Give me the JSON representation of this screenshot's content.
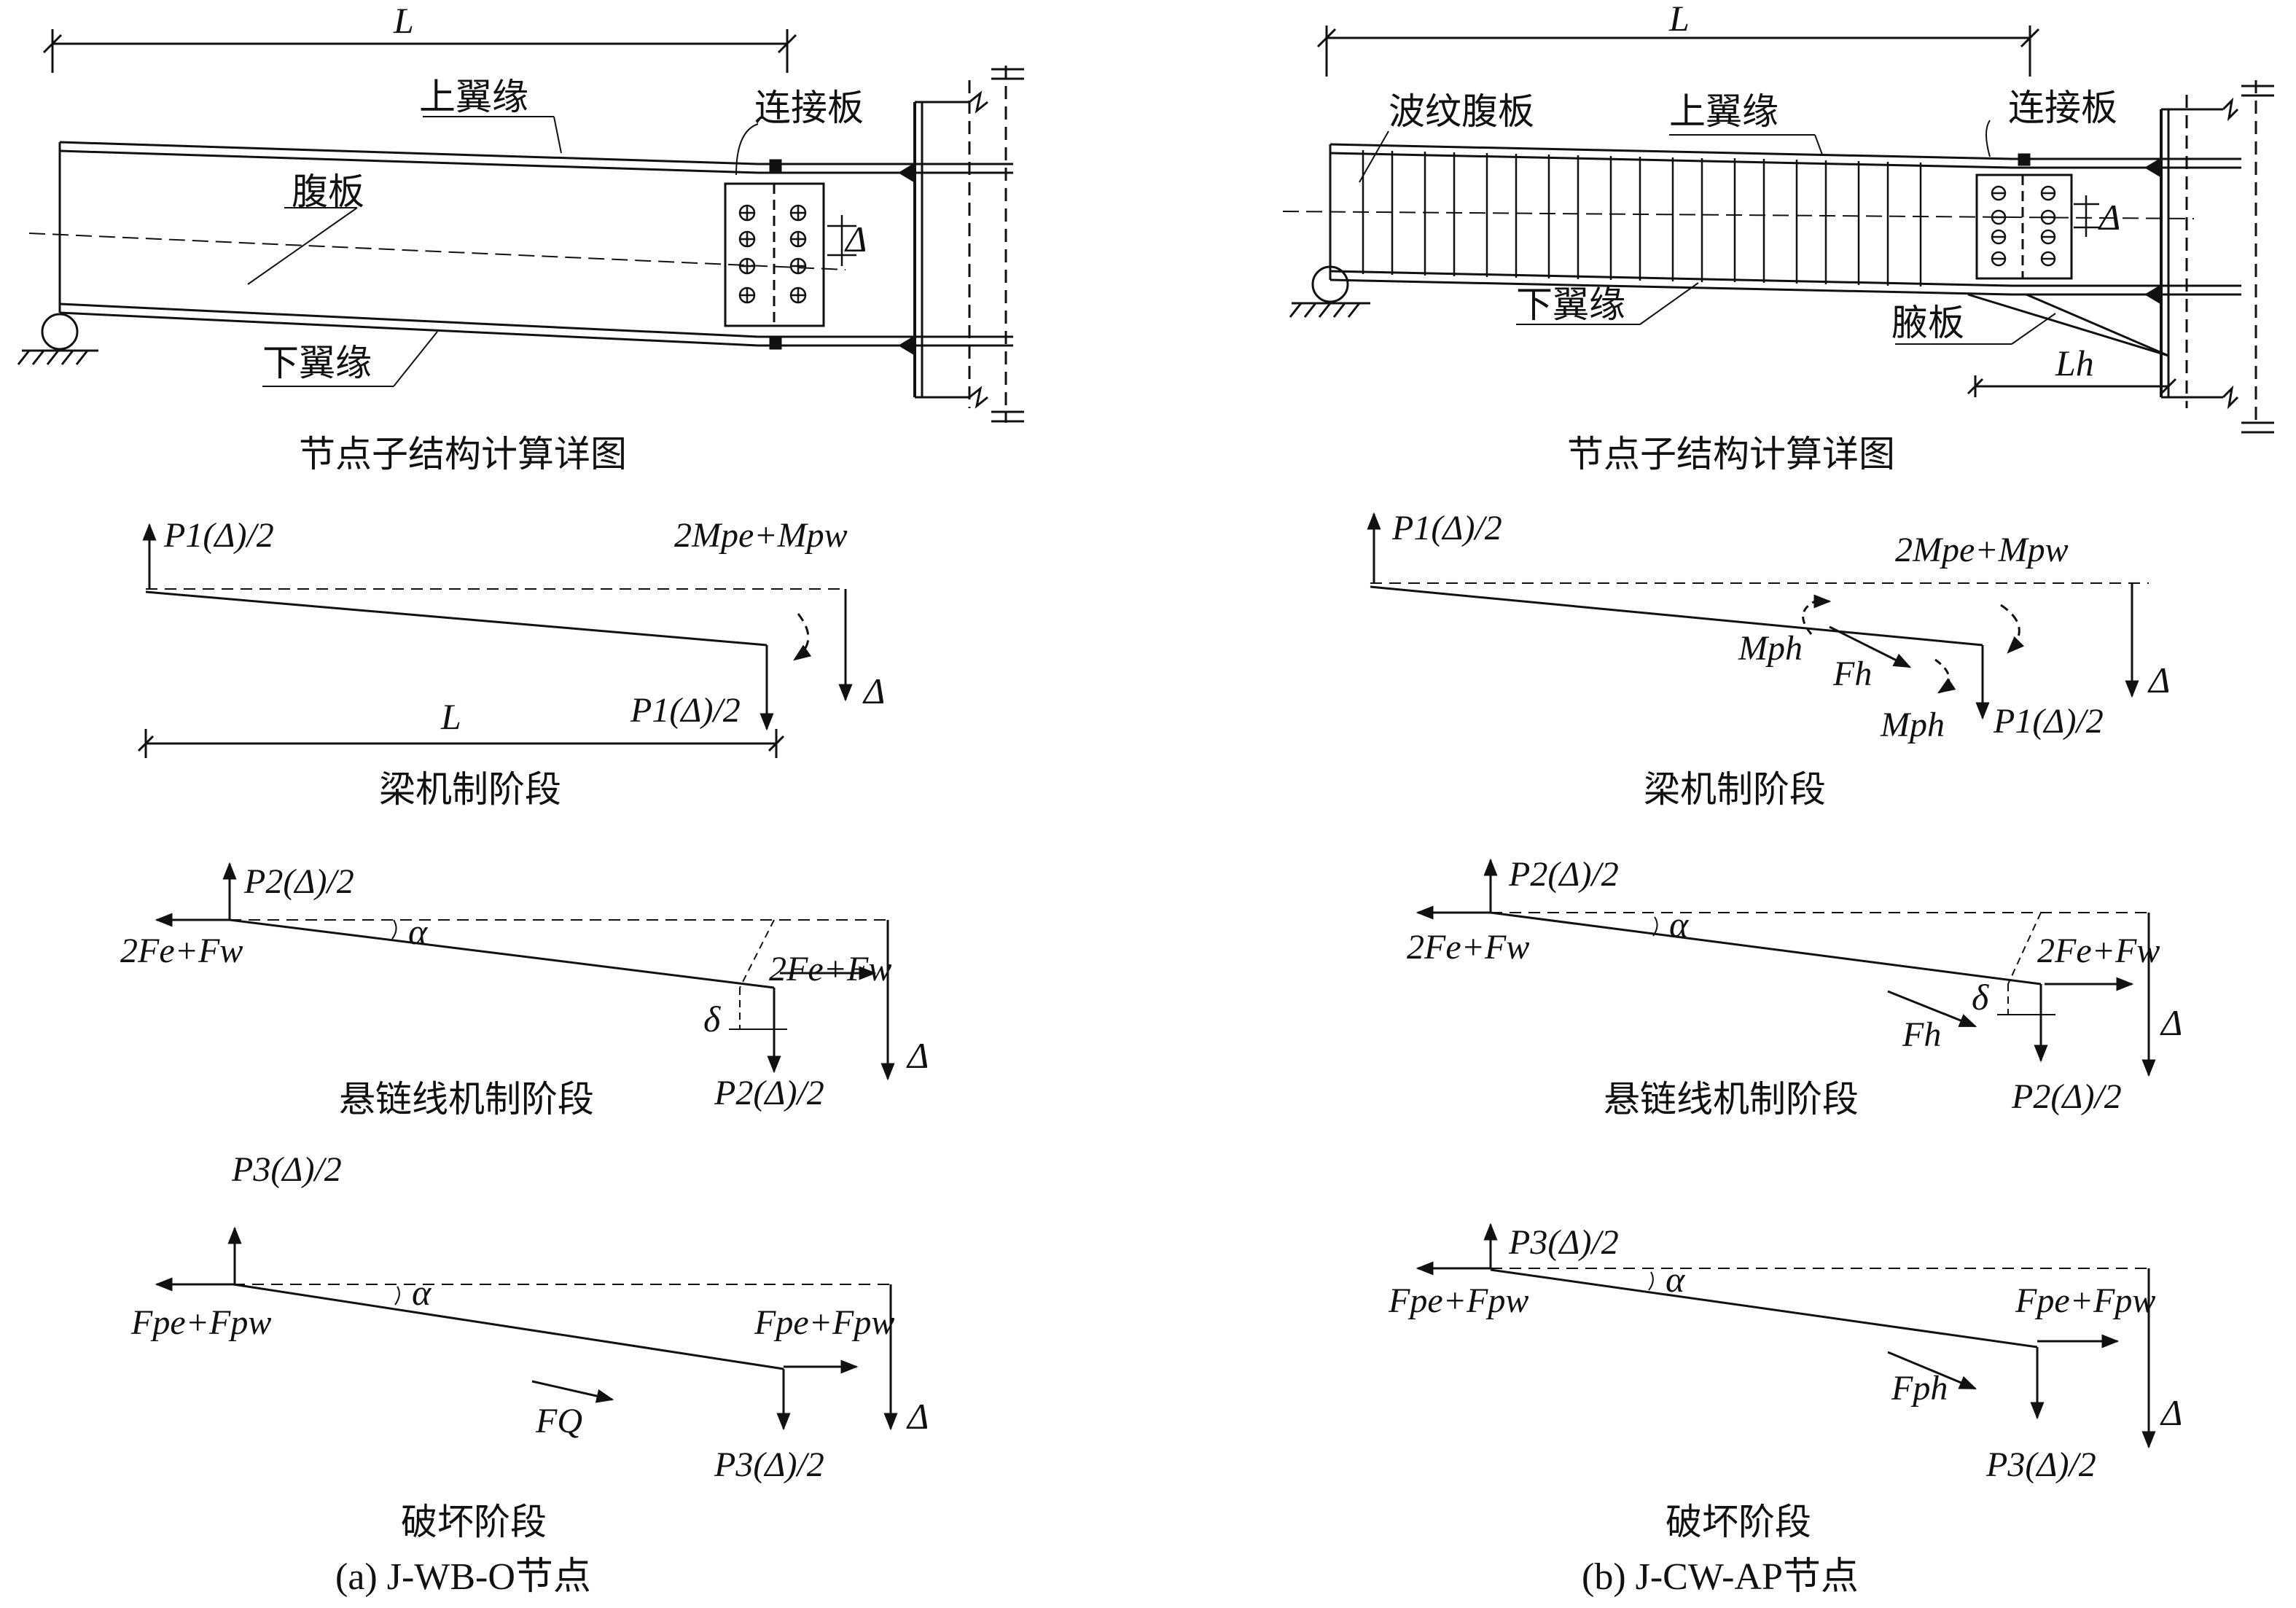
{
  "left": {
    "dim_L": "L",
    "top_flange": "上翼缘",
    "web": "腹板",
    "bottom_flange": "下翼缘",
    "connector_plate": "连接板",
    "delta": "Δ",
    "detail_title": "节点子结构计算详图",
    "beam_stage": {
      "p_top": "P1(Δ)/2",
      "p_bot": "P1(Δ)/2",
      "moment": "2Mpe+Mpw",
      "delta": "Δ",
      "dim_L": "L",
      "title": "梁机制阶段"
    },
    "catenary_stage": {
      "p_top": "P2(Δ)/2",
      "p_bot": "P2(Δ)/2",
      "force_left": "2Fe+Fw",
      "force_right": "2Fe+Fw",
      "alpha": "α",
      "delta_small": "δ",
      "delta": "Δ",
      "title": "悬链线机制阶段"
    },
    "failure_stage": {
      "p_top": "P3(Δ)/2",
      "p_bot": "P3(Δ)/2",
      "force_left": "Fpe+Fpw",
      "force_right": "Fpe+Fpw",
      "shear": "FQ",
      "alpha": "α",
      "delta": "Δ",
      "title": "破坏阶段"
    },
    "caption": "(a) J-WB-O节点"
  },
  "right": {
    "dim_L": "L",
    "corrugated_web": "波纹腹板",
    "top_flange": "上翼缘",
    "connector_plate": "连接板",
    "bottom_flange": "下翼缘",
    "haunch": "腋板",
    "dim_Lh": "Lh",
    "delta": "Δ",
    "detail_title": "节点子结构计算详图",
    "beam_stage": {
      "p_top": "P1(Δ)/2",
      "p_bot": "P1(Δ)/2",
      "moment": "2Mpe+Mpw",
      "m_ph_1": "Mph",
      "m_ph_2": "Mph",
      "f_h": "Fh",
      "delta": "Δ",
      "title": "梁机制阶段"
    },
    "catenary_stage": {
      "p_top": "P2(Δ)/2",
      "p_bot": "P2(Δ)/2",
      "force_left": "2Fe+Fw",
      "force_right": "2Fe+Fw",
      "f_h": "Fh",
      "alpha": "α",
      "delta_small": "δ",
      "delta": "Δ",
      "title": "悬链线机制阶段"
    },
    "failure_stage": {
      "p_top": "P3(Δ)/2",
      "p_bot": "P3(Δ)/2",
      "force_left": "Fpe+Fpw",
      "force_right": "Fpe+Fpw",
      "f_ph": "Fph",
      "alpha": "α",
      "delta": "Δ",
      "title": "破坏阶段"
    },
    "caption": "(b) J-CW-AP节点"
  }
}
